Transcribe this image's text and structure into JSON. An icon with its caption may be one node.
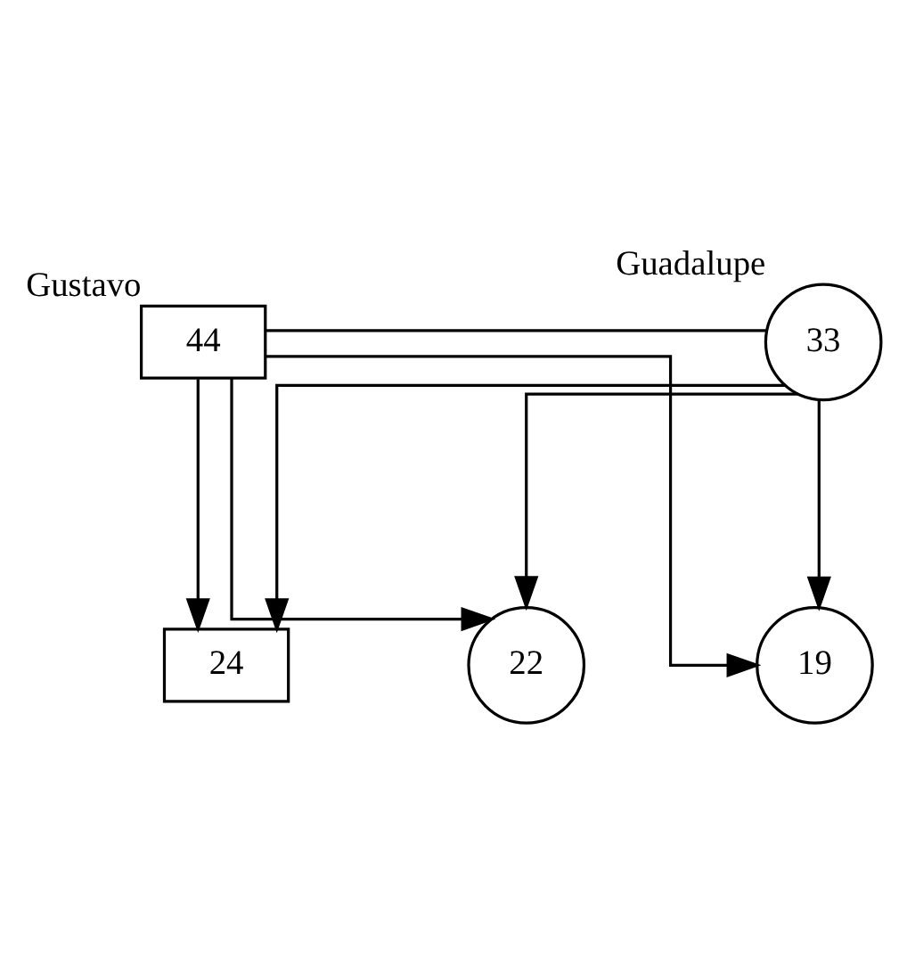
{
  "diagram": {
    "nodes": [
      {
        "text": [
          "44"
        ],
        "beside": [
          "Gustavo"
        ]
      },
      {
        "text": [
          "33"
        ],
        "beside": [
          "Guadalupe"
        ]
      },
      {
        "text": [
          "24"
        ]
      },
      {
        "text": [
          "22"
        ]
      },
      {
        "text": [
          "19"
        ]
      }
    ],
    "edges": [
      {
        "from": 0,
        "to": 1,
        "arrow": "none"
      },
      {
        "from": 0,
        "to": 2,
        "arrow": "to"
      },
      {
        "from": 0,
        "to": 3,
        "arrow": "to"
      },
      {
        "from": 0,
        "to": 4,
        "arrow": "to"
      },
      {
        "from": 1,
        "to": 2,
        "arrow": "to"
      },
      {
        "from": 1,
        "to": 3,
        "arrow": "to"
      },
      {
        "from": 1,
        "to": 4,
        "arrow": "to"
      }
    ]
  }
}
